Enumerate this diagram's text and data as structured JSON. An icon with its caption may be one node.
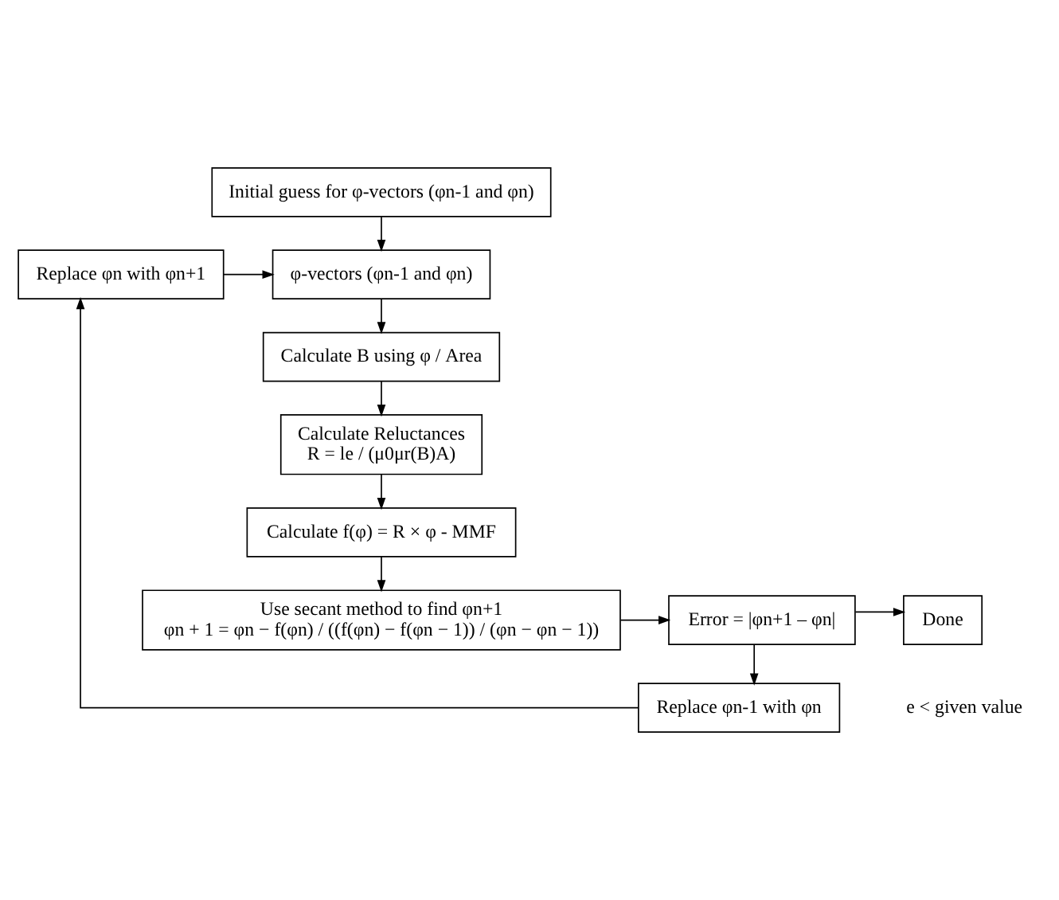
{
  "diagram": {
    "nodes": [
      {
        "text": [
          "Initial guess for φ-vectors (φn-1 and φn)"
        ]
      },
      {
        "text": [
          "φ-vectors (φn-1 and φn)"
        ]
      },
      {
        "text": [
          "Calculate B using φ / Area"
        ]
      },
      {
        "text": [
          "Calculate Reluctances",
          "R = le / (μ0μr(B)A)"
        ]
      },
      {
        "text": [
          "Calculate f(φ) = R × φ - MMF"
        ]
      },
      {
        "text": [
          "Use secant method to find φn+1",
          "φn + 1 = φn − f(φn) / ((f(φn) − f(φn − 1)) / (φn − φn − 1))"
        ]
      },
      {
        "text": [
          "Error = |φn+1 – φn|"
        ]
      },
      {
        "text": [
          "Replace φn-1 with φn"
        ]
      },
      {
        "text": [
          "Replace φn with φn+1"
        ]
      },
      {
        "text": [
          "Done"
        ]
      }
    ],
    "edges": [
      {
        "from": 0,
        "to": 1,
        "arrow": "to"
      },
      {
        "from": 1,
        "to": 2,
        "arrow": "to"
      },
      {
        "from": 2,
        "to": 3,
        "arrow": "to"
      },
      {
        "from": 3,
        "to": 4,
        "arrow": "to"
      },
      {
        "from": 4,
        "to": 5,
        "arrow": "to"
      },
      {
        "from": 5,
        "to": 6,
        "arrow": "to"
      },
      {
        "from": 6,
        "to": 9,
        "arrow": "to"
      },
      {
        "from": 6,
        "to": 7,
        "arrow": "to"
      },
      {
        "from": 7,
        "to": 8,
        "arrow": "to"
      },
      {
        "from": 8,
        "to": 1,
        "arrow": "to"
      }
    ],
    "labels": [
      "e < given value"
    ]
  }
}
